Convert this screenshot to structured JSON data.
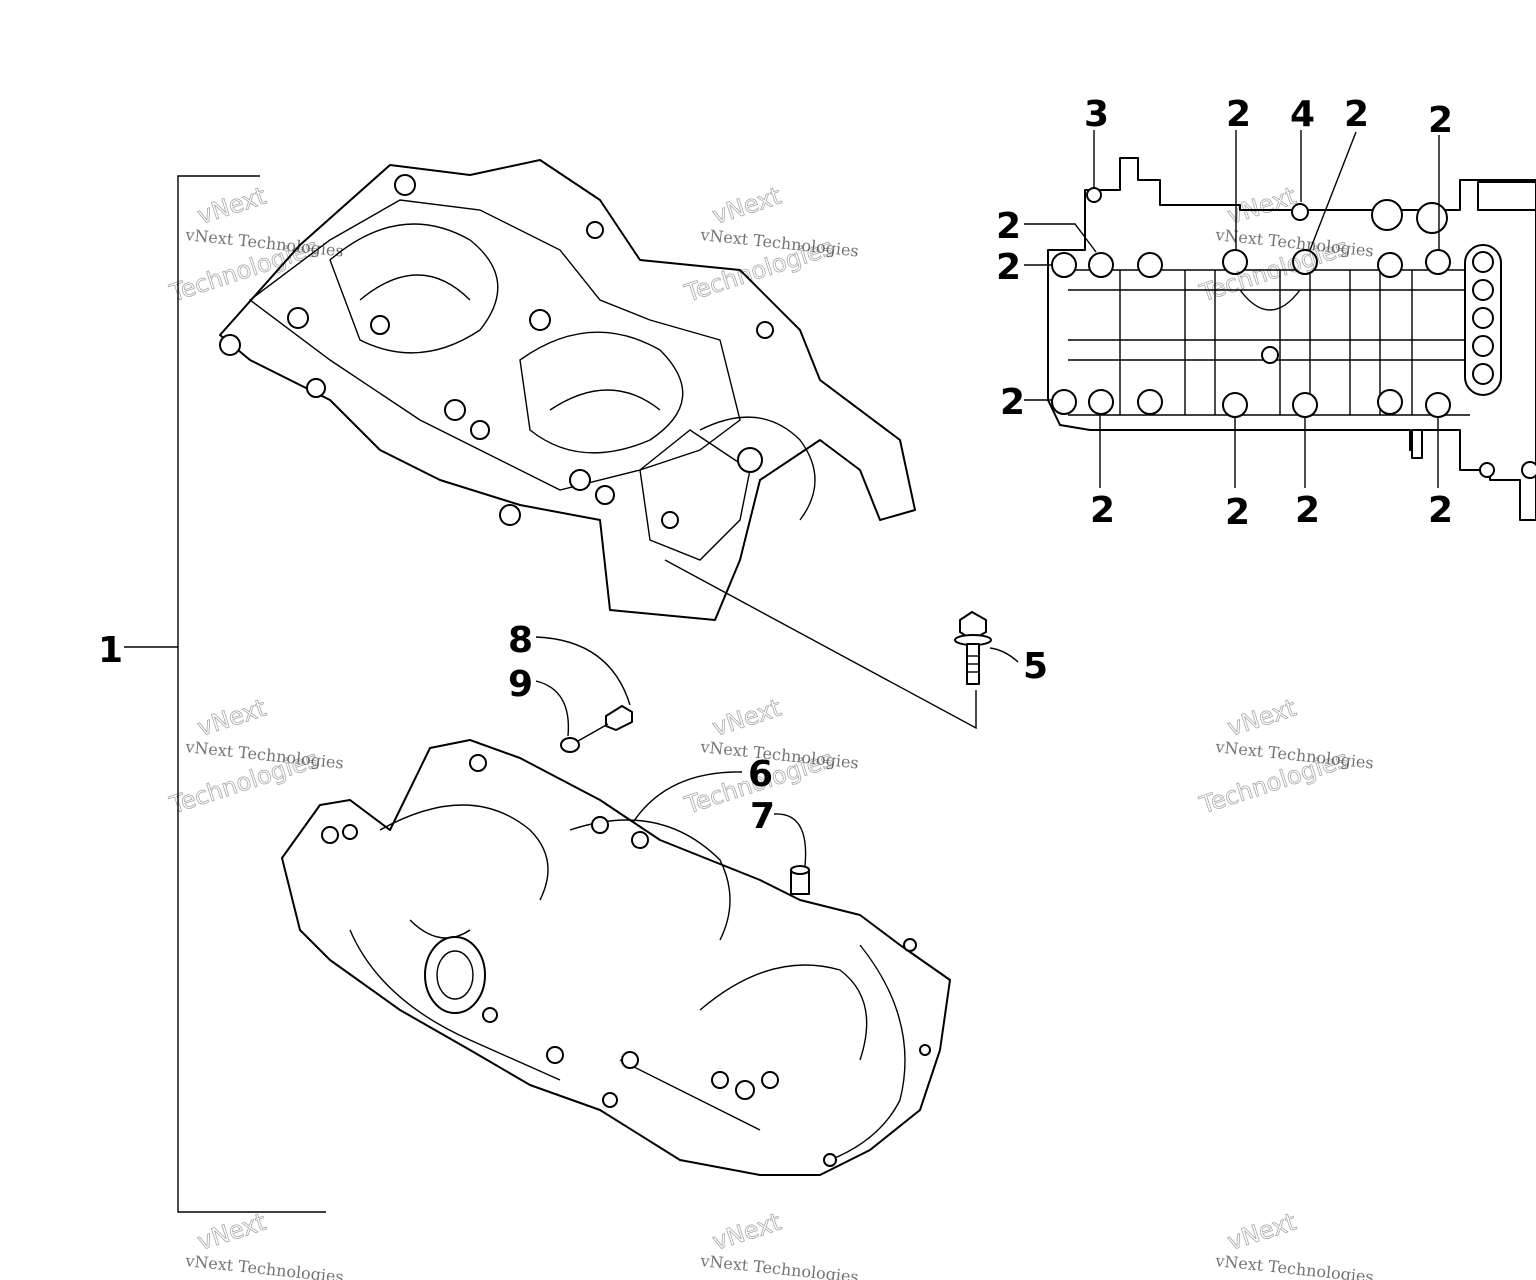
{
  "callouts": {
    "c1": "1",
    "c2a": "2",
    "c2b": "2",
    "c2c": "2",
    "c2d": "2",
    "c2e": "2",
    "c2f": "2",
    "c2g": "2",
    "c2h": "2",
    "c2i": "2",
    "c2j": "2",
    "c3": "3",
    "c4": "4",
    "c5": "5",
    "c6": "6",
    "c7": "7",
    "c8": "8",
    "c9": "9"
  },
  "watermark": {
    "line1": "vNext Technologies",
    "line2": "vNext",
    "line3": "Technologies"
  }
}
